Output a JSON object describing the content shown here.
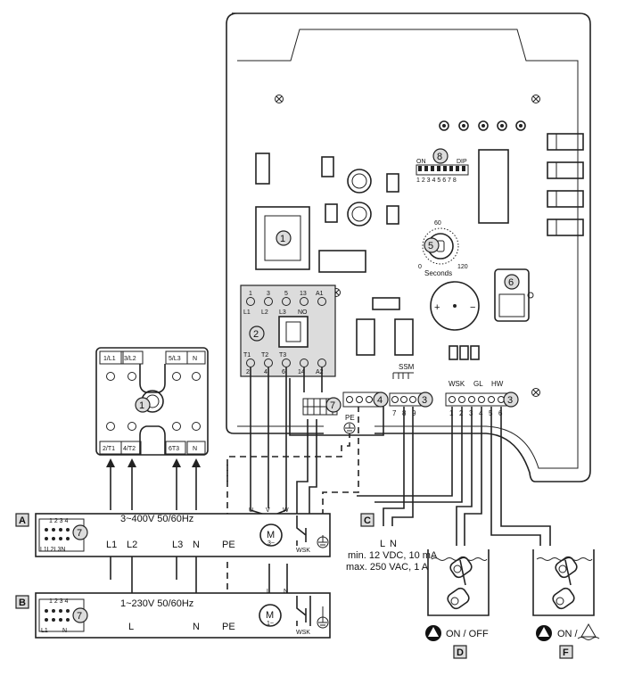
{
  "callouts": {
    "main_switch": "1",
    "contactor": "2",
    "terminal": "3",
    "terminal_pe": "4",
    "timer": "5",
    "buzzer": "6",
    "terminal_strip": "7",
    "dip": "8"
  },
  "dip": {
    "on": "ON",
    "dip": "DIP",
    "numbers": "1 2 3 4 5 6 7 8"
  },
  "timer": {
    "top": "60",
    "left": "0",
    "right": "120",
    "unit": "Seconds"
  },
  "contactor": {
    "top_row": [
      "1",
      "3",
      "5",
      "13",
      "A1"
    ],
    "top_sub": [
      "L1",
      "L2",
      "L3",
      "NO"
    ],
    "bottom_row": [
      "T1",
      "T2",
      "T3"
    ],
    "bottom_sub": [
      "2",
      "4",
      "6",
      "14",
      "A2"
    ]
  },
  "ssm": {
    "label": "SSM",
    "nums": [
      "7",
      "8",
      "9"
    ]
  },
  "pe": {
    "label": "PE"
  },
  "right_terms": {
    "groups": [
      "WSK",
      "GL",
      "HW"
    ],
    "nums": [
      "1",
      "2",
      "3",
      "4",
      "5",
      "6"
    ]
  },
  "main_switch": {
    "top": [
      "1/L1",
      "3/L2",
      "5/L3",
      "N"
    ],
    "bottom": [
      "2/T1",
      "4/T2",
      "6T3",
      "N"
    ]
  },
  "box_a": {
    "tag": "A",
    "nums": "1 2 3 4",
    "sub": "L1L2L3N",
    "supply": "3~400V 50/60Hz",
    "lines": [
      "L1",
      "L2",
      "L3",
      "N",
      "PE"
    ],
    "motor": "M",
    "motor_sub": "3~",
    "uvw": [
      "U",
      "V",
      "W"
    ],
    "wsk": "WSK"
  },
  "box_b": {
    "tag": "B",
    "nums": "1 2 3 4",
    "sub_l": "L1",
    "sub_n": "N",
    "supply": "1~230V 50/60Hz",
    "lines": [
      "L",
      "N",
      "PE"
    ],
    "motor": "M",
    "motor_sub": "1~",
    "ln": [
      "L",
      "N"
    ],
    "wsk": "WSK"
  },
  "c": {
    "tag": "C",
    "l": "L",
    "n": "N",
    "spec1": "min. 12 VDC, 10 mA",
    "spec2": "max. 250 VAC, 1 A"
  },
  "d": {
    "tag": "D",
    "label": "ON / OFF"
  },
  "f": {
    "tag": "F",
    "label": "ON /"
  }
}
